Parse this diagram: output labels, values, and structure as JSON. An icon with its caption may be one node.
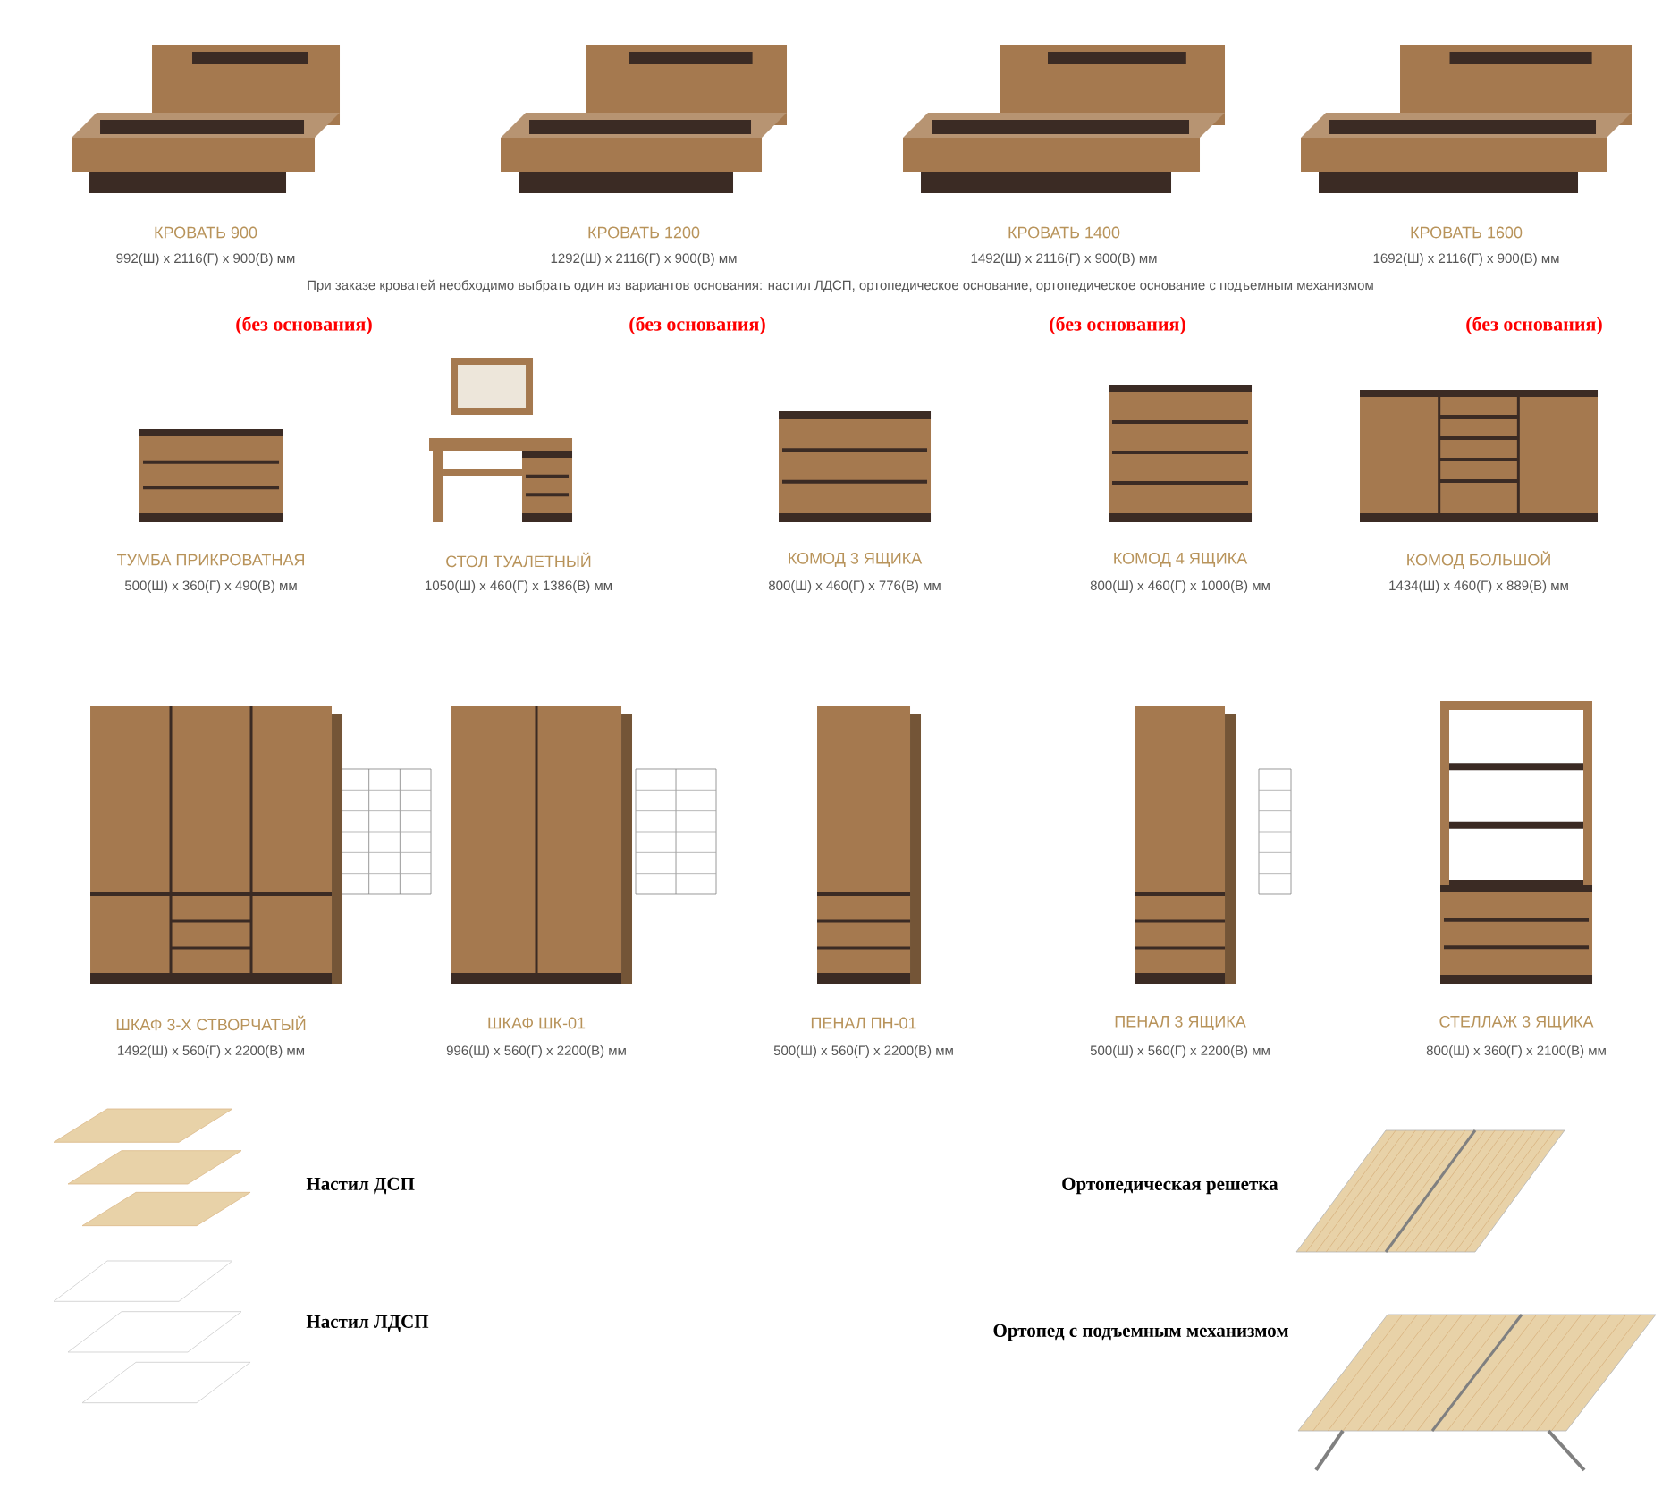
{
  "diagram": {
    "nodes": [
      {
        "text": [],
        "shape": "picture",
        "beside": [
          "КРОВАТЬ 900",
          "992(Ш) x 2116(Г) x 900(В) мм",
          "(без основания)"
        ]
      },
      {
        "text": [],
        "shape": "picture",
        "beside": [
          "КРОВАТЬ 1200",
          "1292(Ш) x 2116(Г) x 900(В) мм",
          "(без основания)"
        ]
      },
      {
        "text": [],
        "shape": "picture",
        "beside": [
          "КРОВАТЬ 1400",
          "1492(Ш) x 2116(Г) x 900(В) мм",
          "(без основания)"
        ]
      },
      {
        "text": [],
        "shape": "picture",
        "beside": [
          "КРОВАТЬ 1600",
          "1692(Ш) x 2116(Г) x 900(В) мм",
          "(без основания)"
        ]
      },
      {
        "text": [],
        "shape": "picture",
        "beside": [
          "ТУМБА ПРИКРОВАТНАЯ",
          "500(Ш) x 360(Г) x 490(В) мм"
        ]
      },
      {
        "text": [],
        "shape": "picture",
        "beside": [
          "СТОЛ ТУАЛЕТНЫЙ",
          "1050(Ш) x 460(Г) x 1386(В) мм"
        ]
      },
      {
        "text": [],
        "shape": "picture",
        "beside": [
          "КОМОД 3 ЯЩИКА",
          "800(Ш) x 460(Г) x 776(В) мм"
        ]
      },
      {
        "text": [],
        "shape": "picture",
        "beside": [
          "КОМОД 4 ЯЩИКА",
          "800(Ш) x 460(Г) x 1000(В) мм"
        ]
      },
      {
        "text": [],
        "shape": "picture",
        "beside": [
          "КОМОД БОЛЬШОЙ",
          "1434(Ш) x 460(Г) x 889(В) мм"
        ]
      },
      {
        "text": [],
        "shape": "picture",
        "beside": [
          "ШКАФ 3-Х СТВОРЧАТЫЙ",
          "1492(Ш) x 560(Г) x 2200(В) мм"
        ]
      },
      {
        "text": [],
        "shape": "picture",
        "beside": [
          "ШКАФ ШК-01",
          "996(Ш) x 560(Г) x 2200(В) мм"
        ]
      },
      {
        "text": [],
        "shape": "picture",
        "beside": [
          "ПЕНАЛ ПН-01",
          "500(Ш) x 560(Г) x 2200(В) мм"
        ]
      },
      {
        "text": [],
        "shape": "picture",
        "beside": [
          "ПЕНАЛ 3 ЯЩИКА",
          "500(Ш) x 560(Г) x 2200(В) мм"
        ]
      },
      {
        "text": [],
        "shape": "picture",
        "beside": [
          "СТЕЛЛАЖ 3 ЯЩИКА",
          "800(Ш) x 360(Г) x 2100(В) мм"
        ]
      },
      {
        "text": [],
        "shape": "picture",
        "beside": [
          "Настил ДСП"
        ]
      },
      {
        "text": [],
        "shape": "picture",
        "beside": [
          "Настил ЛДСП"
        ]
      },
      {
        "text": [],
        "shape": "picture",
        "beside": [
          "Ортопедическая решетка"
        ]
      },
      {
        "text": [],
        "shape": "picture",
        "beside": [
          "Ортопед с подъемным механизмом"
        ]
      }
    ],
    "labels": [
      "При заказе кроватей необходимо выбрать один из вариантов основания: настил ЛДСП, ортопедическое основание, ортопедическое основание с подъемным механизмом"
    ]
  }
}
